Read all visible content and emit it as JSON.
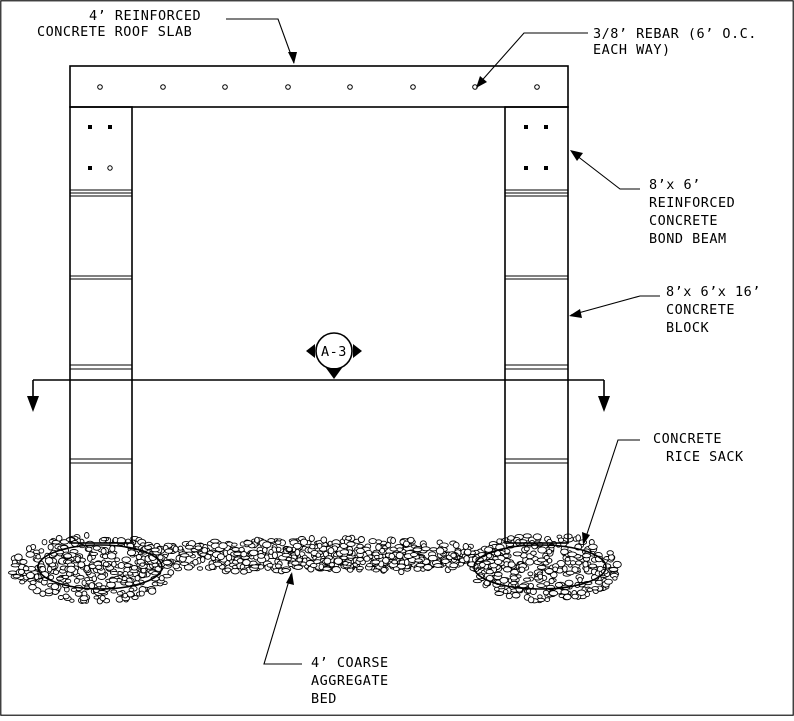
{
  "drawing": {
    "labels": {
      "roof_slab": [
        "4’ REINFORCED",
        "CONCRETE ROOF SLAB"
      ],
      "rebar": [
        "3/8’ REBAR (6’ O.C.",
        "EACH WAY)"
      ],
      "bond_beam": [
        "8’x 6’",
        "REINFORCED",
        "CONCRETE",
        "BOND BEAM"
      ],
      "block": [
        "8’x 6’x 16’",
        "CONCRETE",
        "BLOCK"
      ],
      "rice_sack": [
        "CONCRETE",
        "RICE SACK"
      ],
      "aggregate": [
        "4’ COARSE",
        "AGGREGATE",
        "BED"
      ]
    },
    "section_marker": "A-3",
    "colors": {
      "line": "#000000",
      "background": "#ffffff"
    }
  }
}
